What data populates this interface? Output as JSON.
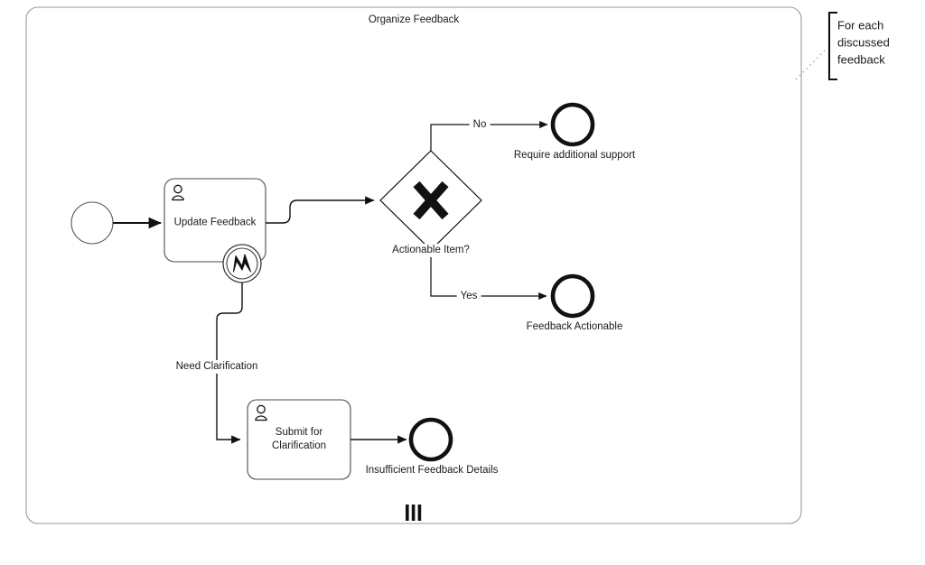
{
  "diagram": {
    "type": "bpmn-subprocess",
    "title": "Organize Feedback",
    "annotation": "For each\ndiscussed\nfeedback",
    "marker": "parallel-multi-instance",
    "colors": {
      "stroke": "#111111",
      "border": "#9a9a9a",
      "text": "#1a1a1a",
      "background": "#ffffff"
    }
  },
  "nodes": {
    "start_event": {
      "label": ""
    },
    "task_update": {
      "label": "Update Feedback",
      "icon": "user-icon"
    },
    "boundary_event": {
      "label": "",
      "icon": "signal-zigzag-icon"
    },
    "gateway": {
      "label": "Actionable Item?",
      "symbol": "X",
      "type": "exclusive"
    },
    "end_support": {
      "label": "Require additional support"
    },
    "end_actionable": {
      "label": "Feedback Actionable"
    },
    "task_submit": {
      "label": "Submit for\nClarification",
      "icon": "user-icon"
    },
    "end_insufficient": {
      "label": "Insufficient Feedback Details"
    }
  },
  "flows": {
    "no": "No",
    "yes": "Yes",
    "need_clarification": "Need Clarification"
  }
}
